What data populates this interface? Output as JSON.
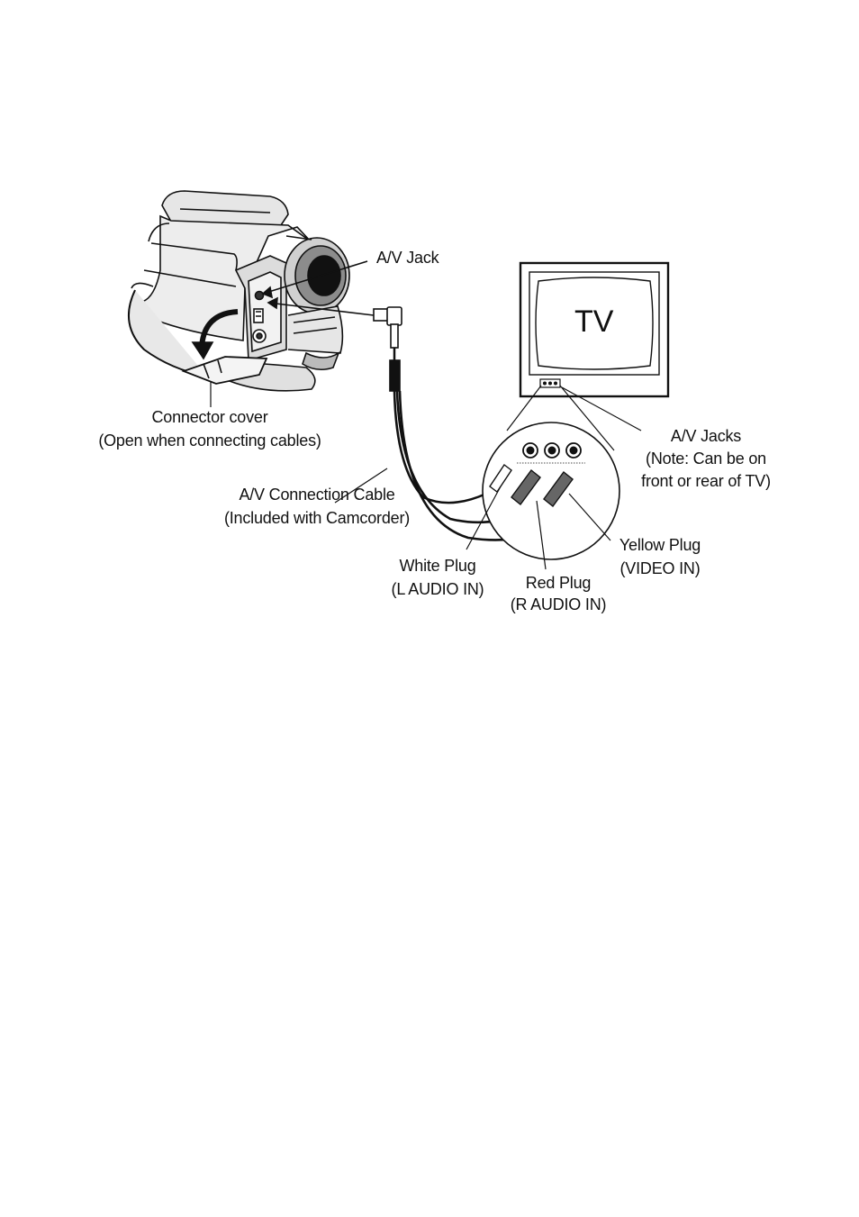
{
  "diagram": {
    "labels": {
      "av_jack": "A/V Jack",
      "tv": "TV",
      "connector_cover_1": "Connector cover",
      "connector_cover_2": "(Open when connecting cables)",
      "av_jacks_1": "A/V Jacks",
      "av_jacks_2": "(Note: Can be on",
      "av_jacks_3": "front or rear of TV)",
      "cable_1": "A/V Connection Cable",
      "cable_2": "(Included with Camcorder)",
      "yellow_1": "Yellow Plug",
      "yellow_2": "(VIDEO IN)",
      "white_1": "White Plug",
      "white_2": "(L AUDIO IN)",
      "red_1": "Red Plug",
      "red_2": "(R AUDIO IN)"
    }
  }
}
